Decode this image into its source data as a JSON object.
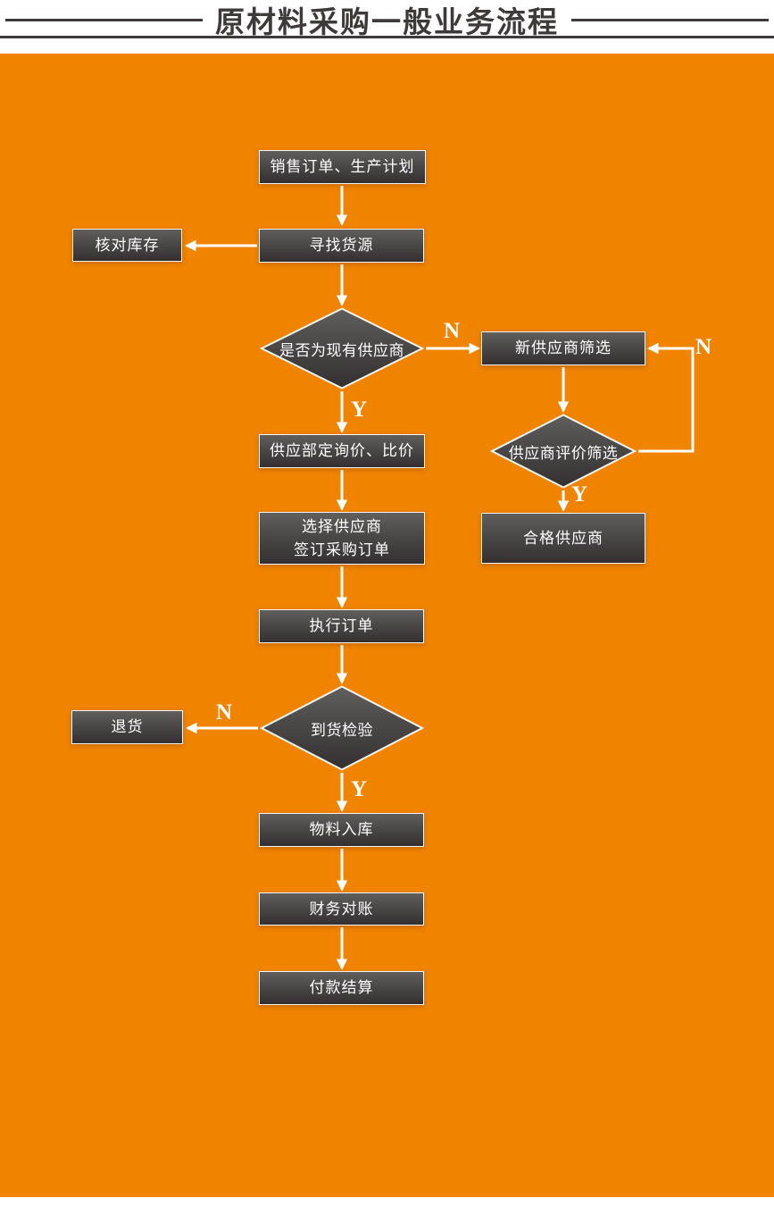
{
  "title": "原材料采购一般业务流程",
  "nodes": {
    "sales_plan": "销售订单、生产计划",
    "find_source": "寻找货源",
    "check_inventory": "核对库存",
    "is_existing_supplier": "是否为现有供应商",
    "new_supplier_screening": "新供应商筛选",
    "inquiry_compare": "供应部定询价、比价",
    "select_supplier": "选择供应商",
    "sign_order": "签订采购订单",
    "supplier_evaluation": "供应商评价筛选",
    "qualified_supplier": "合格供应商",
    "execute_order": "执行订单",
    "arrival_inspection": "到货检验",
    "return_goods": "退货",
    "material_storage": "物料入库",
    "financial_reconciliation": "财务对账",
    "payment_settlement": "付款结算"
  },
  "edge_labels": {
    "not_existing": "N",
    "existing": "Y",
    "evaluation_fail": "N",
    "evaluation_pass": "Y",
    "inspection_fail": "N",
    "inspection_pass": "Y"
  },
  "colors": {
    "canvas_background": "#f08300",
    "node_fill_top": "#615e5e",
    "node_fill_bottom": "#343031",
    "node_border": "#ffffff",
    "node_text": "#ffffff",
    "connector": "#ffffff",
    "title_text": "#3e3a39"
  }
}
